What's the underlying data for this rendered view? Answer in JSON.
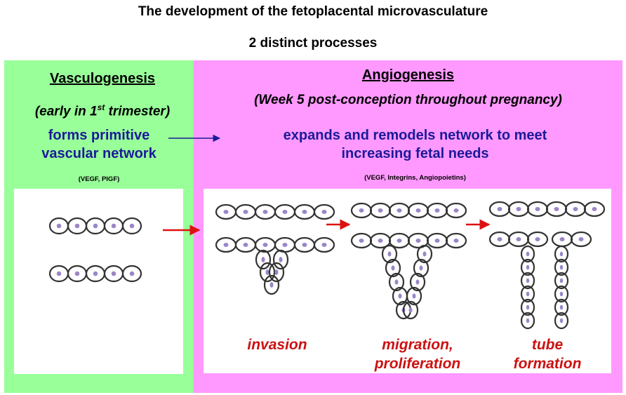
{
  "header": {
    "title": "The development of the fetoplacental microvasculature",
    "subtitle": "2 distinct processes"
  },
  "vasculogenesis": {
    "heading": "Vasculogenesis",
    "timing_pre": "(early in 1",
    "timing_sup": "st",
    "timing_post": " trimester)",
    "description_line1": "forms primitive",
    "description_line2": "vascular network",
    "factors": "(VEGF, PIGF)"
  },
  "angiogenesis": {
    "heading": "Angiogenesis",
    "timing": "(Week 5 post-conception throughout pregnancy)",
    "description_line1": "expands and remodels network to meet",
    "description_line2": "increasing fetal needs",
    "factors": "(VEGF, Integrins, Angiopoietins)"
  },
  "stages": [
    {
      "line1": "invasion",
      "line2": ""
    },
    {
      "line1": "migration,",
      "line2": "proliferation"
    },
    {
      "line1": "tube",
      "line2": "formation"
    }
  ],
  "colors": {
    "vasculogenesis_panel": "#99ff99",
    "angiogenesis_panel": "#ff99ff",
    "description_text": "#1a1a99",
    "stage_label": "#cc1111",
    "arrow_blue": "#1a1a99",
    "arrow_red": "#dd1111"
  }
}
